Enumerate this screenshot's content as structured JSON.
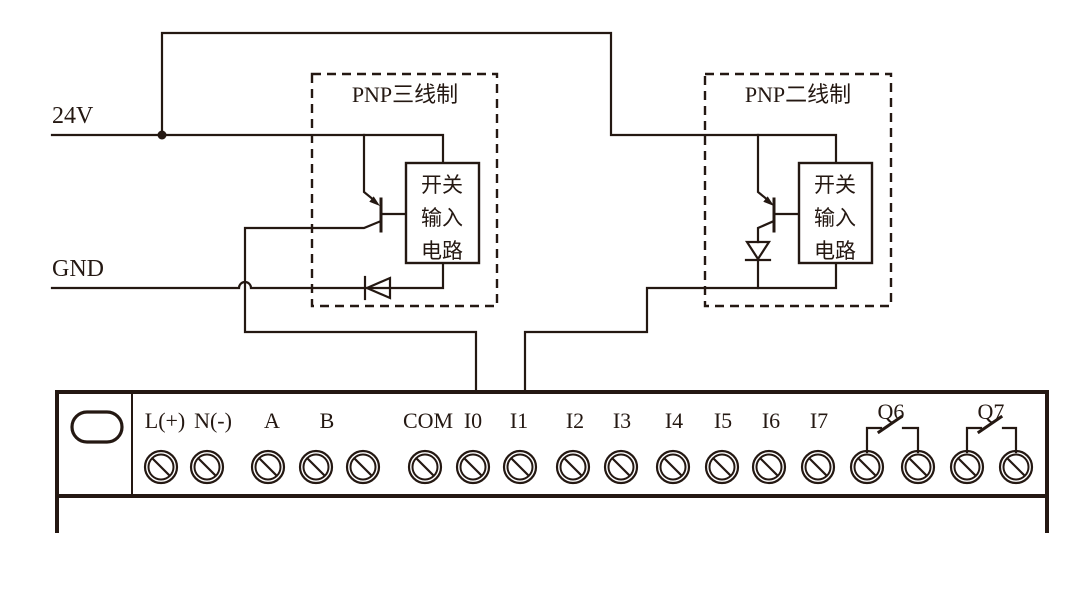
{
  "rails": {
    "power_label": "24V",
    "ground_label": "GND"
  },
  "sensors": [
    {
      "type_label": "PNP三线制",
      "box_lines": [
        "开关",
        "输入",
        "电路"
      ]
    },
    {
      "type_label": "PNP二线制",
      "box_lines": [
        "开关",
        "输入",
        "电路"
      ]
    }
  ],
  "terminals": {
    "labels": [
      "L(+)",
      "N(-)",
      "A",
      "B",
      "COM",
      "I0",
      "I1",
      "I2",
      "I3",
      "I4",
      "I5",
      "I6",
      "I7"
    ],
    "relay_labels": [
      "Q6",
      "Q7"
    ]
  },
  "colors": {
    "line": "#241812",
    "background": "#ffffff"
  }
}
